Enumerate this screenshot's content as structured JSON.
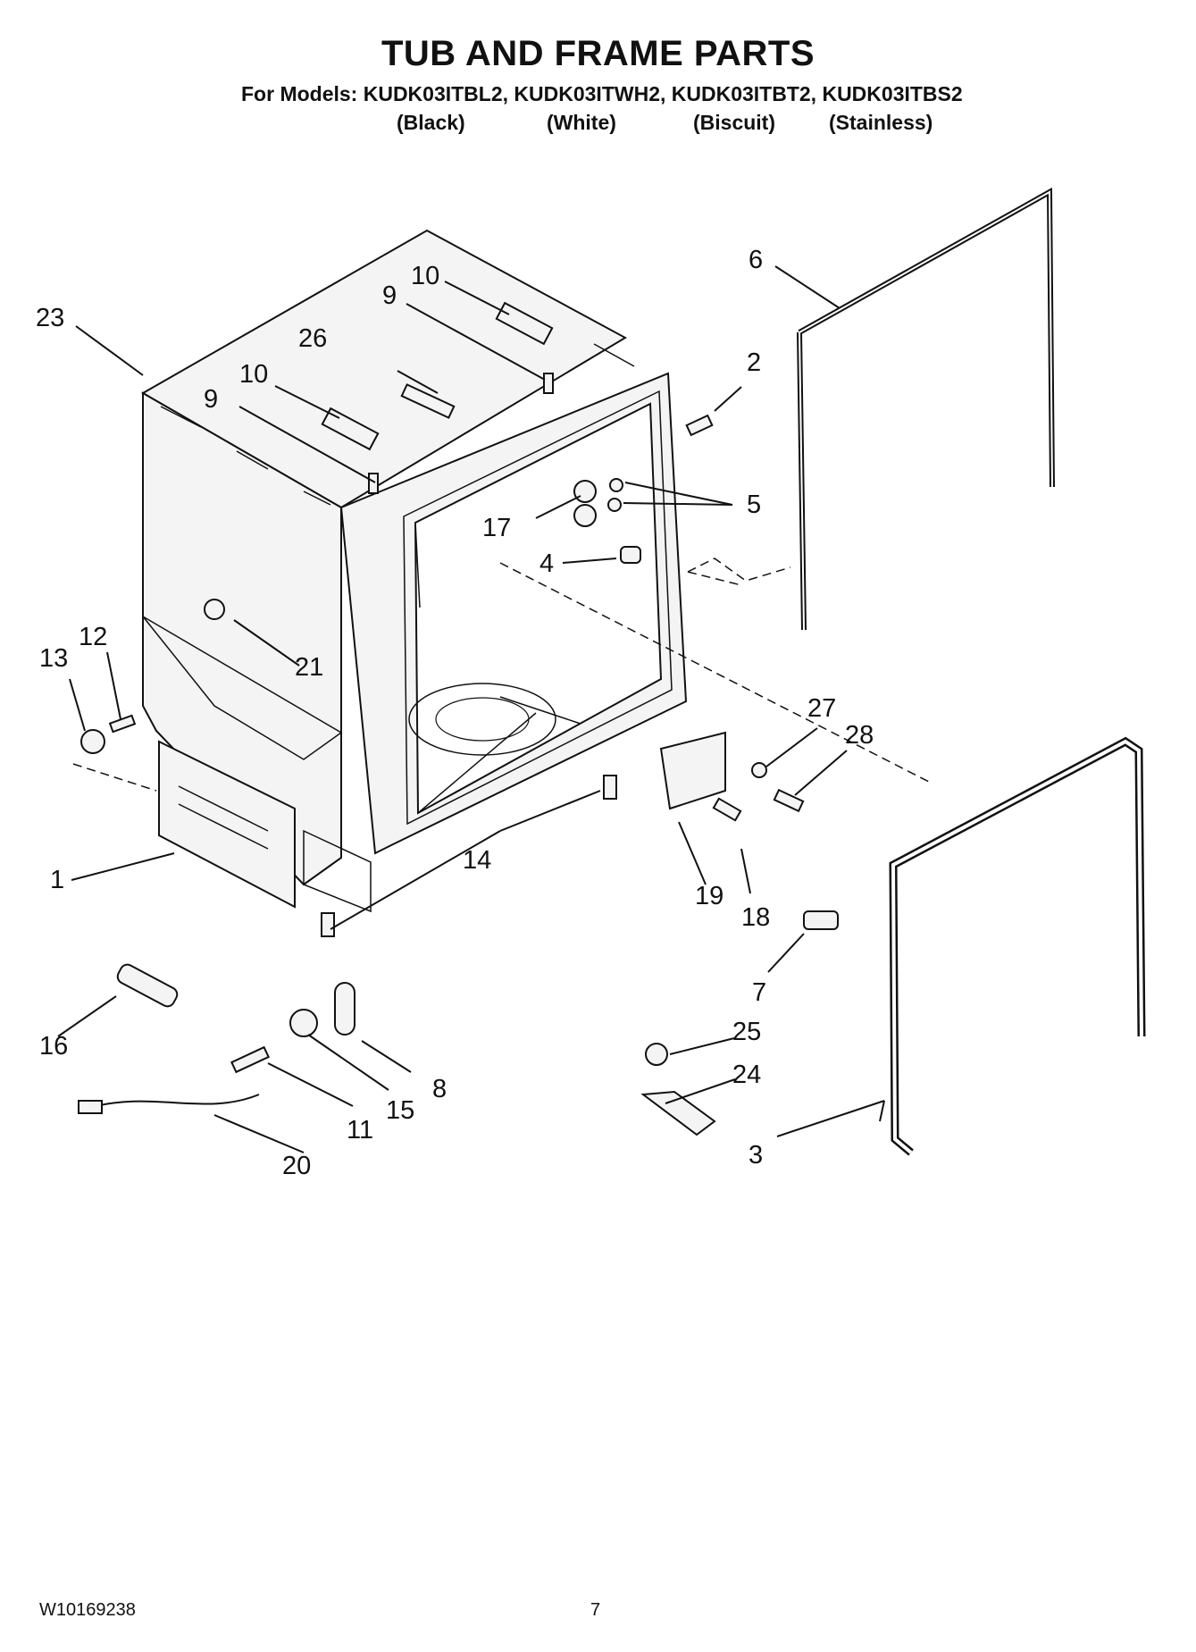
{
  "header": {
    "title": "TUB AND FRAME PARTS",
    "models_line": "For Models: KUDK03ITBL2, KUDK03ITWH2, KUDK03ITBT2, KUDK03ITBS2",
    "finishes": [
      "(Black)",
      "(White)",
      "(Biscuit)",
      "(Stainless)"
    ]
  },
  "callouts": [
    "1",
    "2",
    "3",
    "4",
    "5",
    "6",
    "7",
    "8",
    "9",
    "9",
    "10",
    "10",
    "11",
    "12",
    "13",
    "14",
    "15",
    "16",
    "17",
    "18",
    "19",
    "20",
    "21",
    "23",
    "24",
    "25",
    "26",
    "27",
    "28"
  ],
  "footer": {
    "doc_number": "W10169238",
    "page_number": "7"
  }
}
